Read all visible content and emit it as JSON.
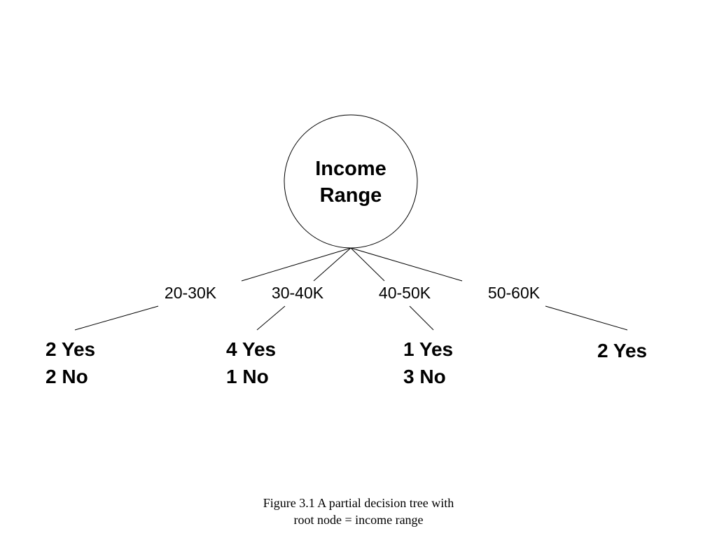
{
  "root": {
    "lines": [
      "Income",
      "Range"
    ]
  },
  "branches": [
    {
      "label": "20-30K",
      "leaf": [
        "2 Yes",
        "2 No"
      ]
    },
    {
      "label": "30-40K",
      "leaf": [
        "4 Yes",
        "1 No"
      ]
    },
    {
      "label": "40-50K",
      "leaf": [
        "1 Yes",
        "3 No"
      ]
    },
    {
      "label": "50-60K",
      "leaf": [
        "2 Yes"
      ]
    }
  ],
  "caption": {
    "line1": "Figure 3.1 A partial decision tree with",
    "line2": "root node = income range"
  }
}
